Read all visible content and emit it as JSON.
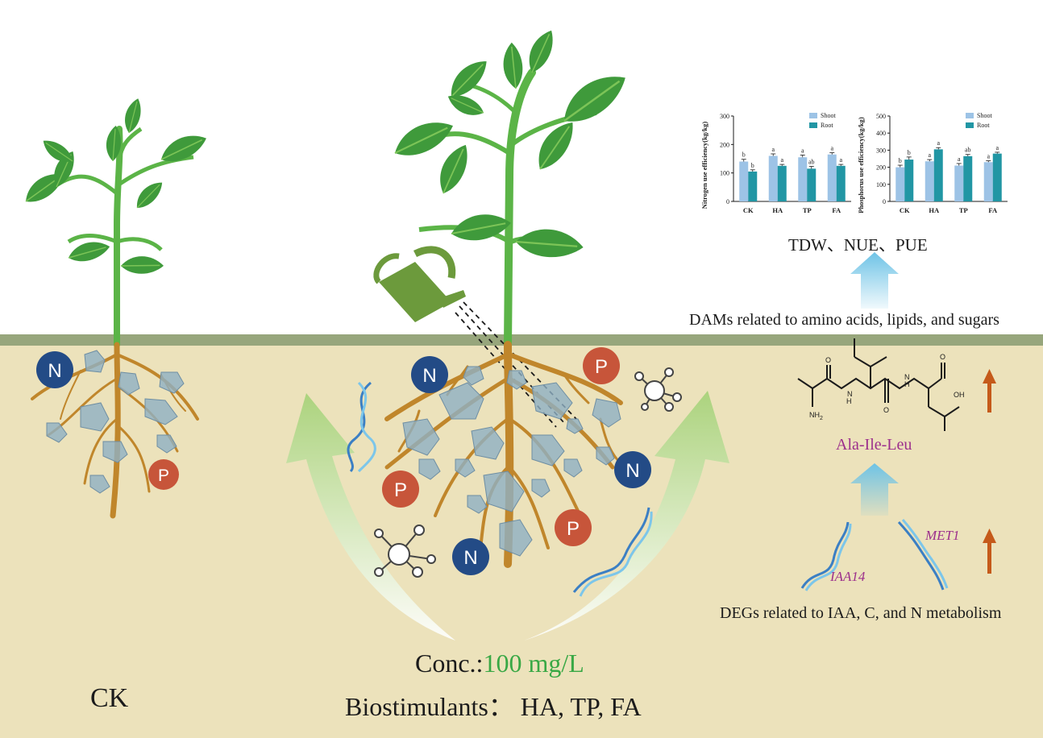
{
  "colors": {
    "soil": "#ece2bb",
    "soil_line": "#97a67c",
    "stem": "#5bb447",
    "leaf": "#3f9a3b",
    "leaf_light": "#7cc457",
    "root": "#c0862b",
    "root_dark": "#8a5a16",
    "particle": "#8fb0c4",
    "nitrogen": "#234b86",
    "phosphorus": "#c7553a",
    "can": "#6c9a3c",
    "shoot_bar": "#9dc3e6",
    "root_bar": "#2196a4",
    "gene_text": "#9c2f8c",
    "conc_value": "#39a845",
    "up_arrow": "#c55a1a",
    "flow_arrow": "#6ec3e6"
  },
  "icons": [
    "plant-icon",
    "watering-can-icon",
    "dna-icon",
    "molecule-icon",
    "nitrogen-icon",
    "phosphorus-icon",
    "up-arrow-icon"
  ],
  "labels": {
    "nutrient_n": "N",
    "nutrient_p": "P",
    "ck": "CK",
    "conc_prefix": "Conc.:",
    "conc_value": "100 mg/L",
    "biostimulants": "Biostimulants： HA, TP, FA",
    "tdw": "TDW、NUE、PUE",
    "dams": "DAMs related to amino acids, lipids, and sugars",
    "peptide": "Ala-Ile-Leu",
    "gene1": "IAA14",
    "gene2": "MET1",
    "degs": "DEGs related to IAA, C, and N metabolism",
    "atom_nh2": "NH",
    "atom_nh2_sub": "2",
    "atom_n1": "N",
    "atom_h1": "H",
    "atom_n2": "N",
    "atom_h2": "H",
    "atom_oh": "OH",
    "atom_o1": "O",
    "atom_o2": "O",
    "atom_o3": "O"
  },
  "chart_data": [
    {
      "type": "bar",
      "ylabel": "Nitrogen use efficiency(kg/kg)",
      "categories": [
        "CK",
        "HA",
        "TP",
        "FA"
      ],
      "ylim": [
        0,
        300
      ],
      "yticks": [
        "0",
        "100",
        "200",
        "300"
      ],
      "legend_position": "top-right",
      "series": [
        {
          "name": "Shoot",
          "values": [
            140,
            160,
            155,
            165
          ],
          "errors": [
            8,
            7,
            8,
            6
          ],
          "letters": [
            "b",
            "a",
            "a",
            "a"
          ]
        },
        {
          "name": "Root",
          "values": [
            105,
            125,
            115,
            125
          ],
          "errors": [
            6,
            5,
            8,
            5
          ],
          "letters": [
            "b",
            "a",
            "ab",
            "a"
          ]
        }
      ]
    },
    {
      "type": "bar",
      "ylabel": "Phosphorus use efficiency(kg/kg)",
      "categories": [
        "CK",
        "HA",
        "TP",
        "FA"
      ],
      "ylim": [
        0,
        500
      ],
      "yticks": [
        "0",
        "100",
        "200",
        "300",
        "400",
        "500"
      ],
      "legend_position": "top-right",
      "series": [
        {
          "name": "Shoot",
          "values": [
            200,
            235,
            210,
            230
          ],
          "errors": [
            12,
            10,
            12,
            8
          ],
          "letters": [
            "b",
            "a",
            "a",
            "a"
          ]
        },
        {
          "name": "Root",
          "values": [
            245,
            305,
            265,
            280
          ],
          "errors": [
            15,
            10,
            10,
            8
          ],
          "letters": [
            "b",
            "a",
            "ab",
            "a"
          ]
        }
      ]
    }
  ]
}
